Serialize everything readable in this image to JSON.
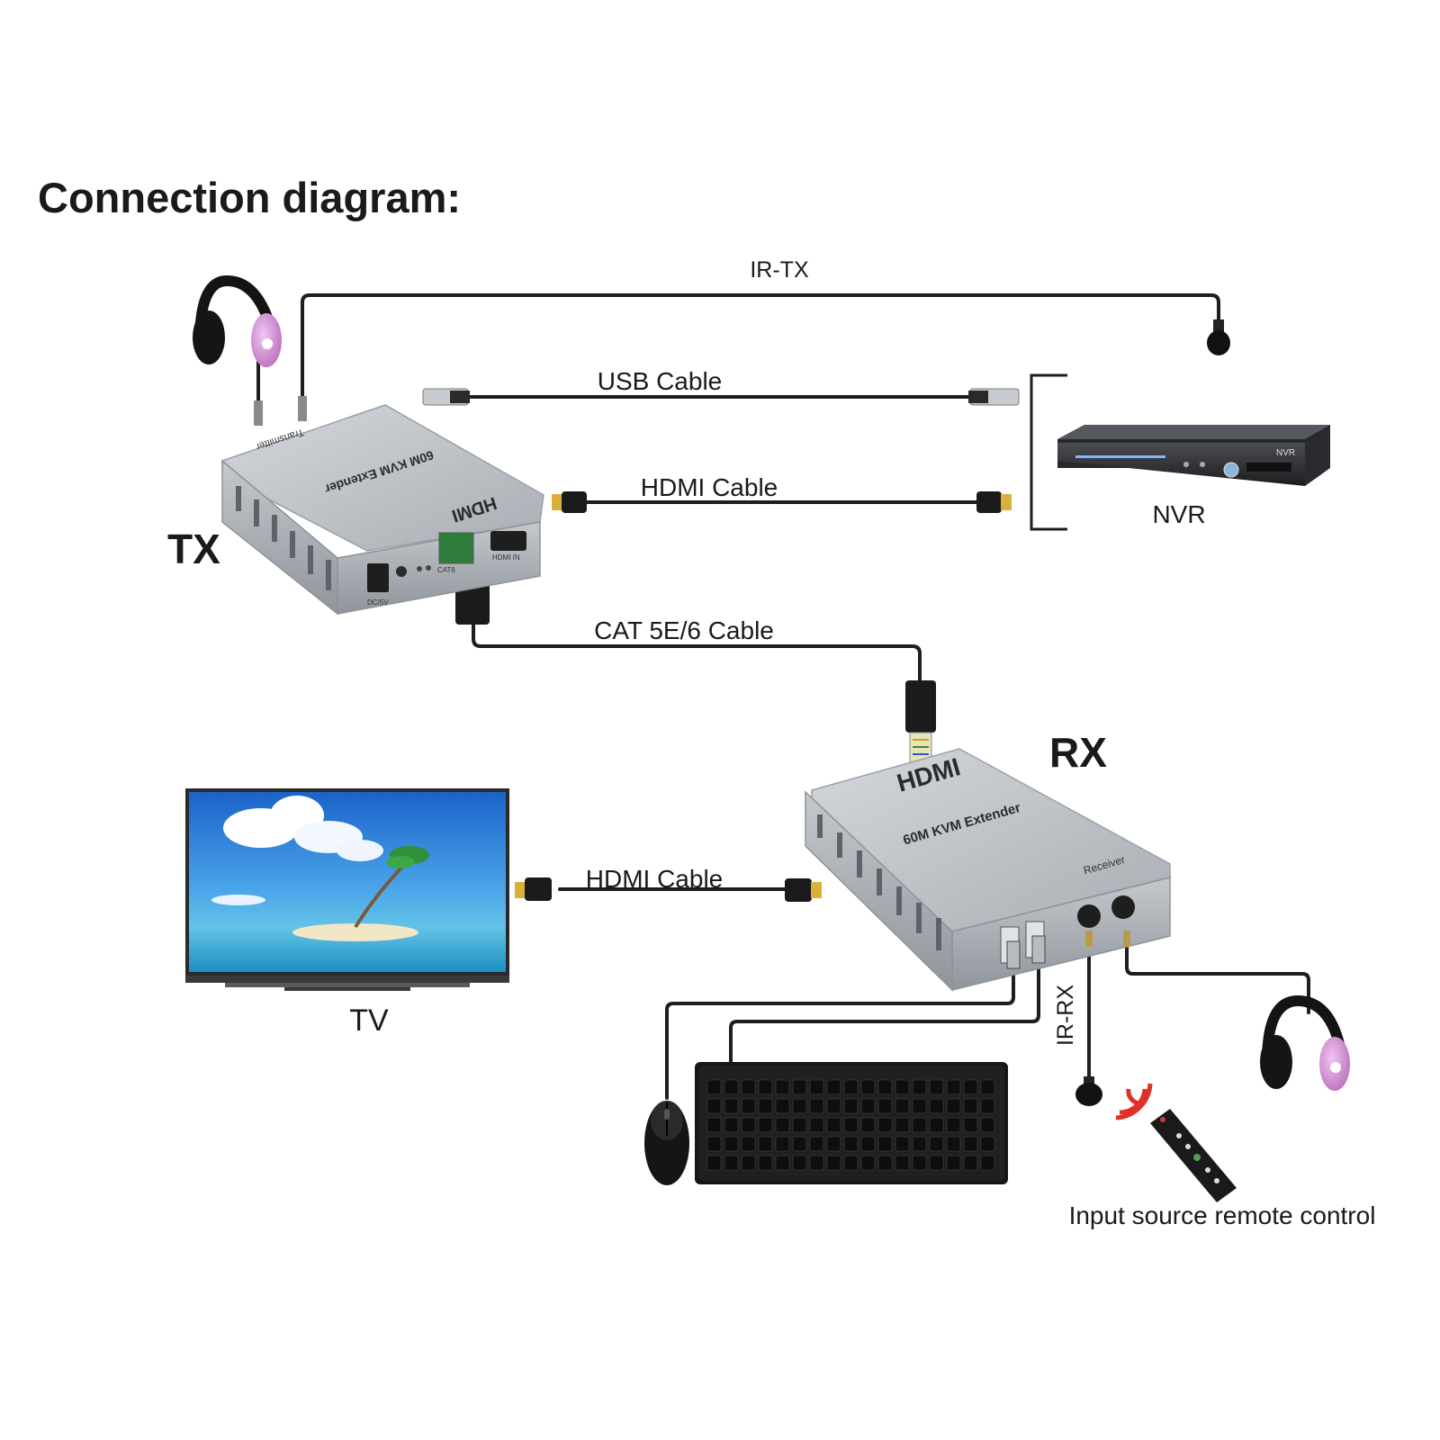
{
  "title": "Connection diagram:",
  "labels": {
    "ir_tx": "IR-TX",
    "usb_cable": "USB Cable",
    "hdmi_cable_tx": "HDMI Cable",
    "nvr": "NVR",
    "tx": "TX",
    "cat_cable": "CAT 5E/6 Cable",
    "rx": "RX",
    "hdmi_cable_rx": "HDMI Cable",
    "tv": "TV",
    "ir_rx": "IR-RX",
    "remote_caption": "Input source remote control"
  },
  "device_print": {
    "tx_model": "60M KVM Extender",
    "tx_role": "Transmitter",
    "tx_hdmi_logo": "HDMI",
    "tx_port_dc": "DC/5V",
    "tx_port_cat": "CAT6",
    "tx_port_hdmi": "HDMI IN",
    "rx_model": "60M KVM Extender",
    "rx_role": "Receiver",
    "rx_hdmi_logo": "HDMI",
    "nvr_print": "NVR"
  },
  "colors": {
    "device_silver": "#b9bec4",
    "cable": "#1e1e1e",
    "headphone_pink": "#d79ad8",
    "hdmi_gold": "#d8b13a",
    "ir_signal": "#e0302a"
  }
}
